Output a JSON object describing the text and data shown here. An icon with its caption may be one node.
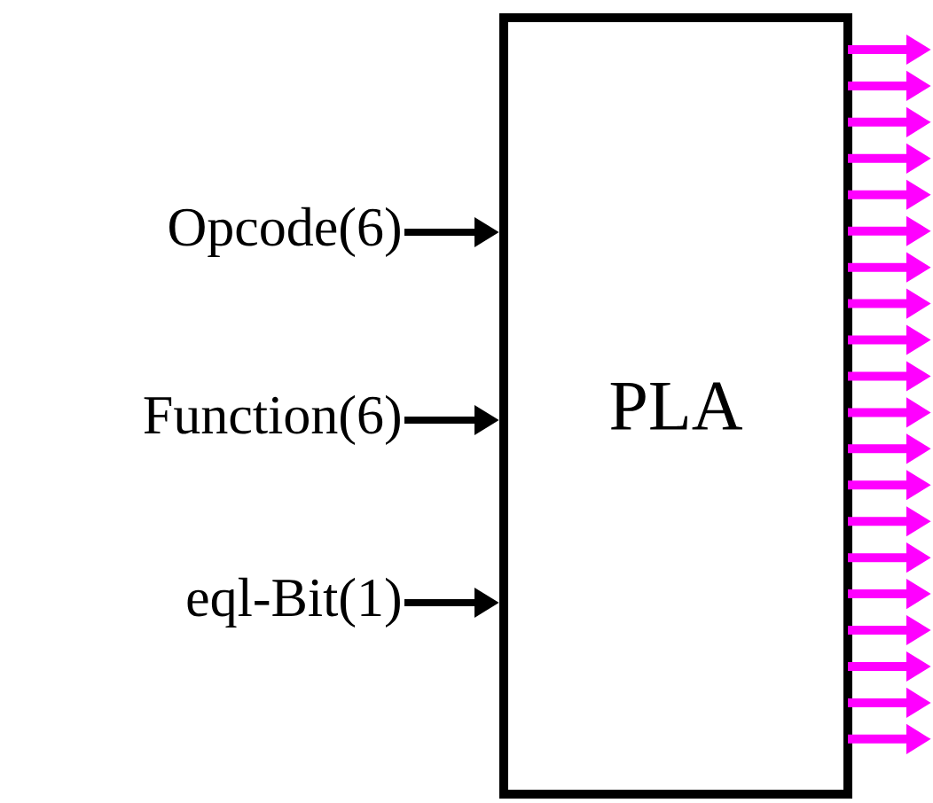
{
  "diagram": {
    "nodes": [
      {
        "text": [
          "Opcode(6)"
        ]
      },
      {
        "text": [
          "Function(6)"
        ]
      },
      {
        "text": [
          "eql-Bit(1)"
        ]
      },
      {
        "text": [
          "PLA"
        ]
      }
    ],
    "edges": [
      {
        "from": 0,
        "to": 3,
        "arrow": "to",
        "color": "#000000"
      },
      {
        "from": 1,
        "to": 3,
        "arrow": "to",
        "color": "#000000"
      },
      {
        "from": 2,
        "to": 3,
        "arrow": "to",
        "color": "#000000"
      },
      {
        "from": 3,
        "to": null,
        "arrow": "to",
        "color": "#ff00ff"
      },
      {
        "from": 3,
        "to": null,
        "arrow": "to",
        "color": "#ff00ff"
      },
      {
        "from": 3,
        "to": null,
        "arrow": "to",
        "color": "#ff00ff"
      },
      {
        "from": 3,
        "to": null,
        "arrow": "to",
        "color": "#ff00ff"
      },
      {
        "from": 3,
        "to": null,
        "arrow": "to",
        "color": "#ff00ff"
      },
      {
        "from": 3,
        "to": null,
        "arrow": "to",
        "color": "#ff00ff"
      },
      {
        "from": 3,
        "to": null,
        "arrow": "to",
        "color": "#ff00ff"
      },
      {
        "from": 3,
        "to": null,
        "arrow": "to",
        "color": "#ff00ff"
      },
      {
        "from": 3,
        "to": null,
        "arrow": "to",
        "color": "#ff00ff"
      },
      {
        "from": 3,
        "to": null,
        "arrow": "to",
        "color": "#ff00ff"
      },
      {
        "from": 3,
        "to": null,
        "arrow": "to",
        "color": "#ff00ff"
      },
      {
        "from": 3,
        "to": null,
        "arrow": "to",
        "color": "#ff00ff"
      },
      {
        "from": 3,
        "to": null,
        "arrow": "to",
        "color": "#ff00ff"
      },
      {
        "from": 3,
        "to": null,
        "arrow": "to",
        "color": "#ff00ff"
      },
      {
        "from": 3,
        "to": null,
        "arrow": "to",
        "color": "#ff00ff"
      },
      {
        "from": 3,
        "to": null,
        "arrow": "to",
        "color": "#ff00ff"
      },
      {
        "from": 3,
        "to": null,
        "arrow": "to",
        "color": "#ff00ff"
      },
      {
        "from": 3,
        "to": null,
        "arrow": "to",
        "color": "#ff00ff"
      },
      {
        "from": 3,
        "to": null,
        "arrow": "to",
        "color": "#ff00ff"
      },
      {
        "from": 3,
        "to": null,
        "arrow": "to",
        "color": "#ff00ff"
      }
    ]
  }
}
